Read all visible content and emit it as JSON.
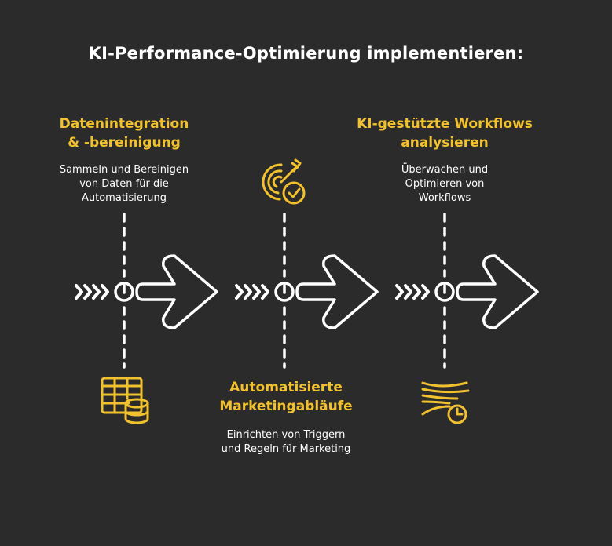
{
  "title": "KI-Performance-Optimierung implementieren:",
  "steps": [
    {
      "title_line1": "Datenintegration",
      "title_line2": "& -bereinigung",
      "desc_line1": "Sammeln und Bereinigen",
      "desc_line2": "von Daten für die",
      "desc_line3": "Automatisierung",
      "icon": "database-table-icon"
    },
    {
      "title_line1": "Automatisierte",
      "title_line2": "Marketingabläufe",
      "desc_line1": "Einrichten von Triggern",
      "desc_line2": "und Regeln für Marketing",
      "icon": "target-check-icon"
    },
    {
      "title_line1": "KI-gestützte Workflows",
      "title_line2": "analysieren",
      "desc_line1": "Überwachen und",
      "desc_line2": "Optimieren von",
      "desc_line3": "Workflows",
      "icon": "flow-clock-icon"
    }
  ],
  "colors": {
    "background": "#2b2b2b",
    "accent": "#f2c12e",
    "text": "#ffffff"
  }
}
